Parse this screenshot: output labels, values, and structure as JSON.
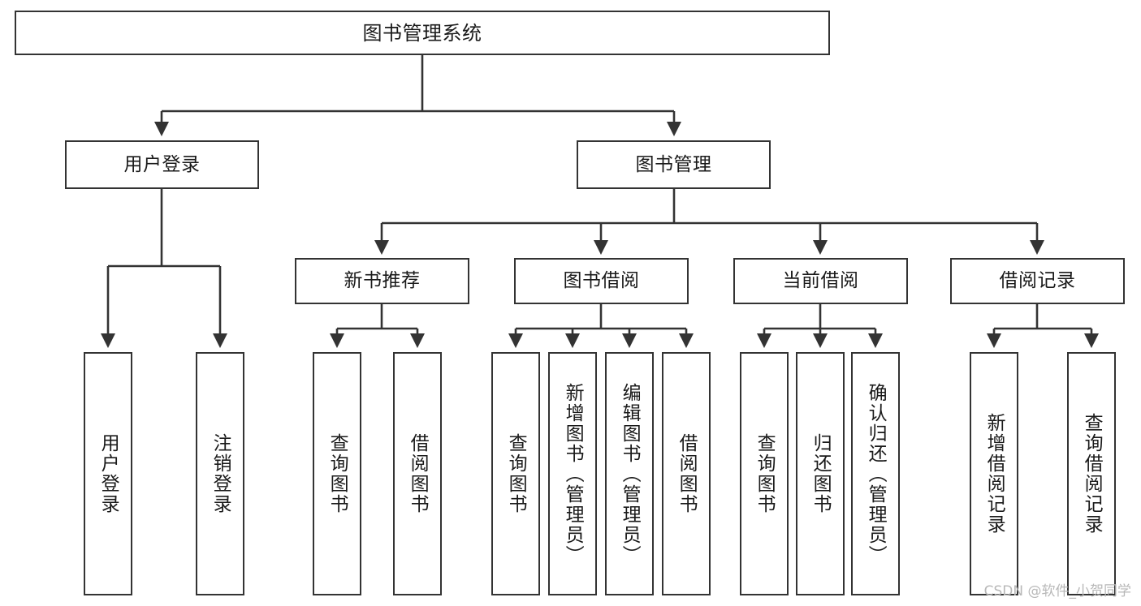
{
  "diagram": {
    "title": "图书管理系统",
    "type": "hierarchy-tree",
    "background_color": "#ffffff",
    "box_border_color": "#333333",
    "edge_color": "#333333",
    "text_color": "#1a1a1a"
  },
  "nodes": {
    "root": {
      "label": "图书管理系统"
    },
    "level2": [
      {
        "id": "user-login",
        "label": "用户登录"
      },
      {
        "id": "book-management",
        "label": "图书管理"
      }
    ],
    "level3": [
      {
        "id": "new-book-recommend",
        "label": "新书推荐"
      },
      {
        "id": "book-borrow",
        "label": "图书借阅"
      },
      {
        "id": "current-borrow",
        "label": "当前借阅"
      },
      {
        "id": "borrow-record",
        "label": "借阅记录"
      }
    ],
    "leaves": {
      "user_login": [
        {
          "id": "leaf-user-login",
          "label": "用户登录"
        },
        {
          "id": "leaf-logout-login",
          "label": "注销登录"
        }
      ],
      "new_book_recommend": [
        {
          "id": "leaf-query-book-1",
          "label": "查询图书"
        },
        {
          "id": "leaf-borrow-book-1",
          "label": "借阅图书"
        }
      ],
      "book_borrow": [
        {
          "id": "leaf-query-book-2",
          "label": "查询图书"
        },
        {
          "id": "leaf-add-book",
          "label": "新增图书（管理员）"
        },
        {
          "id": "leaf-edit-book",
          "label": "编辑图书（管理员）"
        },
        {
          "id": "leaf-borrow-book-2",
          "label": "借阅图书"
        }
      ],
      "current_borrow": [
        {
          "id": "leaf-query-book-3",
          "label": "查询图书"
        },
        {
          "id": "leaf-return-book",
          "label": "归还图书"
        },
        {
          "id": "leaf-confirm-return",
          "label": "确认归还（管理员）"
        }
      ],
      "borrow_record": [
        {
          "id": "leaf-add-record",
          "label": "新增借阅记录"
        },
        {
          "id": "leaf-query-record",
          "label": "查询借阅记录"
        }
      ]
    }
  },
  "watermark": {
    "text": "CSDN @软件_小贺同学"
  },
  "chart_data": {
    "type": "table",
    "title": "图书管理系统 功能结构图",
    "hierarchy": [
      {
        "label": "图书管理系统",
        "level": 1,
        "children": [
          {
            "label": "用户登录",
            "level": 2,
            "children": [
              {
                "label": "用户登录",
                "level": 3,
                "children": []
              },
              {
                "label": "注销登录",
                "level": 3,
                "children": []
              }
            ]
          },
          {
            "label": "图书管理",
            "level": 2,
            "children": [
              {
                "label": "新书推荐",
                "level": 3,
                "children": [
                  {
                    "label": "查询图书",
                    "level": 4,
                    "children": []
                  },
                  {
                    "label": "借阅图书",
                    "level": 4,
                    "children": []
                  }
                ]
              },
              {
                "label": "图书借阅",
                "level": 3,
                "children": [
                  {
                    "label": "查询图书",
                    "level": 4,
                    "children": []
                  },
                  {
                    "label": "新增图书（管理员）",
                    "level": 4,
                    "children": []
                  },
                  {
                    "label": "编辑图书（管理员）",
                    "level": 4,
                    "children": []
                  },
                  {
                    "label": "借阅图书",
                    "level": 4,
                    "children": []
                  }
                ]
              },
              {
                "label": "当前借阅",
                "level": 3,
                "children": [
                  {
                    "label": "查询图书",
                    "level": 4,
                    "children": []
                  },
                  {
                    "label": "归还图书",
                    "level": 4,
                    "children": []
                  },
                  {
                    "label": "确认归还（管理员）",
                    "level": 4,
                    "children": []
                  }
                ]
              },
              {
                "label": "借阅记录",
                "level": 3,
                "children": [
                  {
                    "label": "新增借阅记录",
                    "level": 4,
                    "children": []
                  },
                  {
                    "label": "查询借阅记录",
                    "level": 4,
                    "children": []
                  }
                ]
              }
            ]
          }
        ]
      }
    ]
  }
}
